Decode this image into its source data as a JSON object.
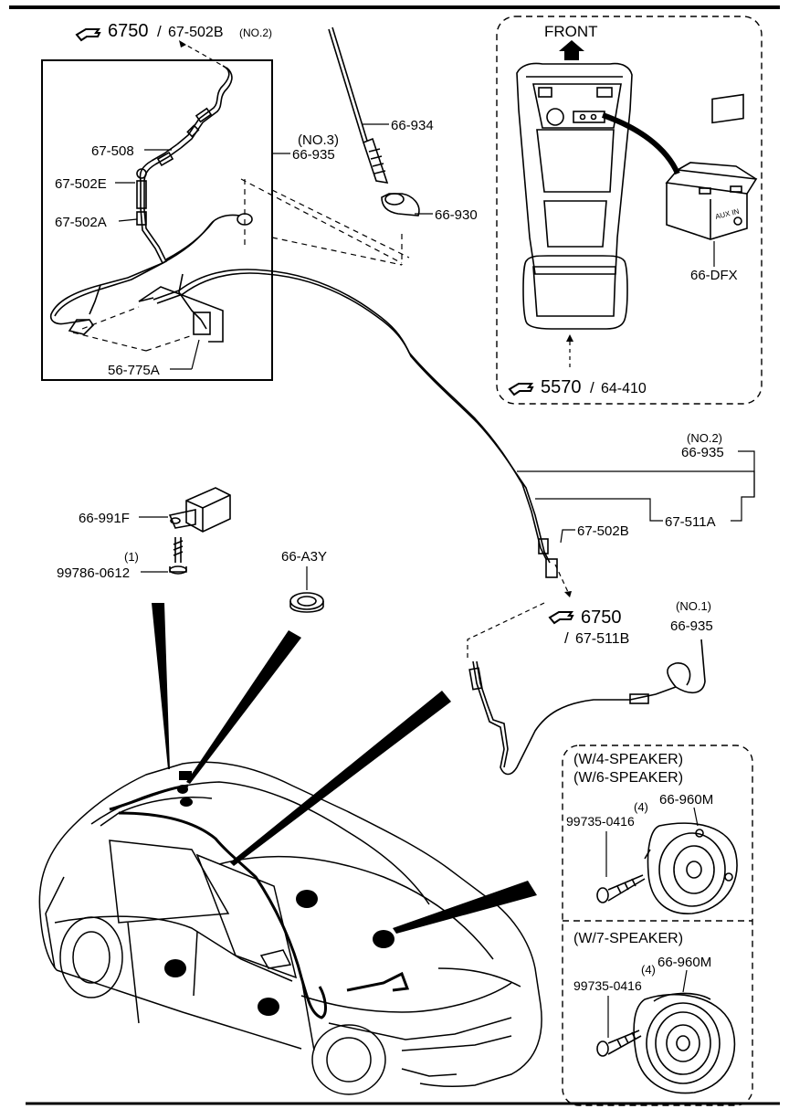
{
  "refs": {
    "ref_top": {
      "main": "6750",
      "sub": "67-502B",
      "note": "(NO.2)"
    },
    "ref_console": {
      "main": "5570",
      "sub": "64-410"
    },
    "ref_right": {
      "main": "6750",
      "sub": "67-511B"
    }
  },
  "labels": {
    "front": "FRONT",
    "p_67_508": "67-508",
    "p_67_502e": "67-502E",
    "p_67_502a": "67-502A",
    "p_no3": "(NO.3)",
    "p_66_935_a": "66-935",
    "p_66_934": "66-934",
    "p_66_930": "66-930",
    "p_56_775a": "56-775A",
    "p_66_dfx": "66-DFX",
    "p_no2": "(NO.2)",
    "p_66_935_b": "66-935",
    "p_67_511a": "67-511A",
    "p_67_502b": "67-502B",
    "p_66_991f": "66-991F",
    "p_qty1": "(1)",
    "p_99786": "99786-0612",
    "p_66_a3y": "66-A3Y",
    "p_no1": "(NO.1)",
    "p_66_935_c": "66-935",
    "p_w4": "(W/4-SPEAKER)",
    "p_w6": "(W/6-SPEAKER)",
    "p_qty4a": "(4)",
    "p_99735a": "99735-0416",
    "p_66_960m_a": "66-960M",
    "p_w7": "(W/7-SPEAKER)",
    "p_qty4b": "(4)",
    "p_99735b": "99735-0416",
    "p_66_960m_b": "66-960M",
    "aux_in": "AUX IN"
  },
  "icons": {
    "reference": "pointing-hand-icon",
    "front_arrow": "up-arrow-icon"
  }
}
